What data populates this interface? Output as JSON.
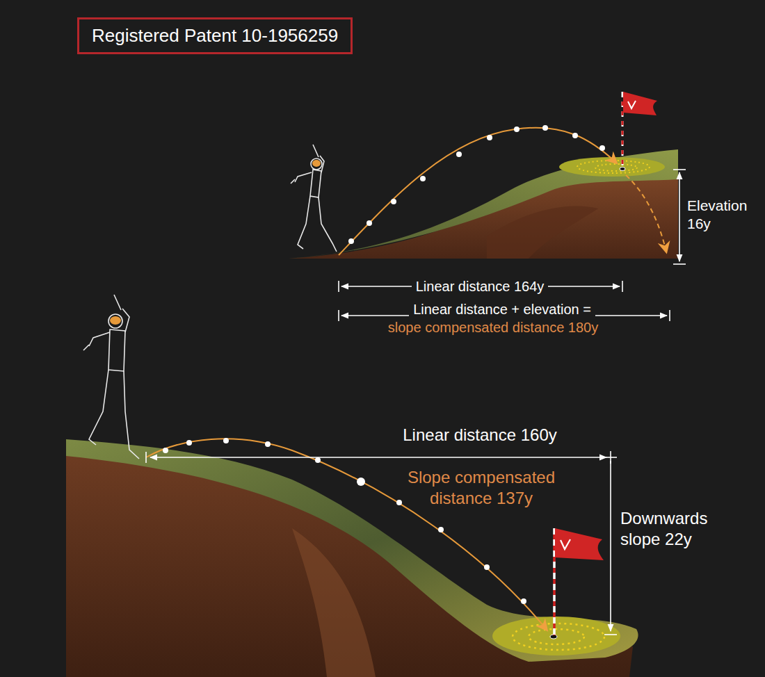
{
  "diagram": {
    "nodes": [
      {
        "text": [
          "Registered Patent 10-1956259"
        ]
      }
    ],
    "labels": [
      "Elevation 16y",
      "Linear distance 164y",
      "Linear distance + elevation =",
      "slope compensated distance 180y",
      "Linear distance 160y",
      "Slope compensated distance 137y",
      "Downwards slope 22y"
    ]
  }
}
